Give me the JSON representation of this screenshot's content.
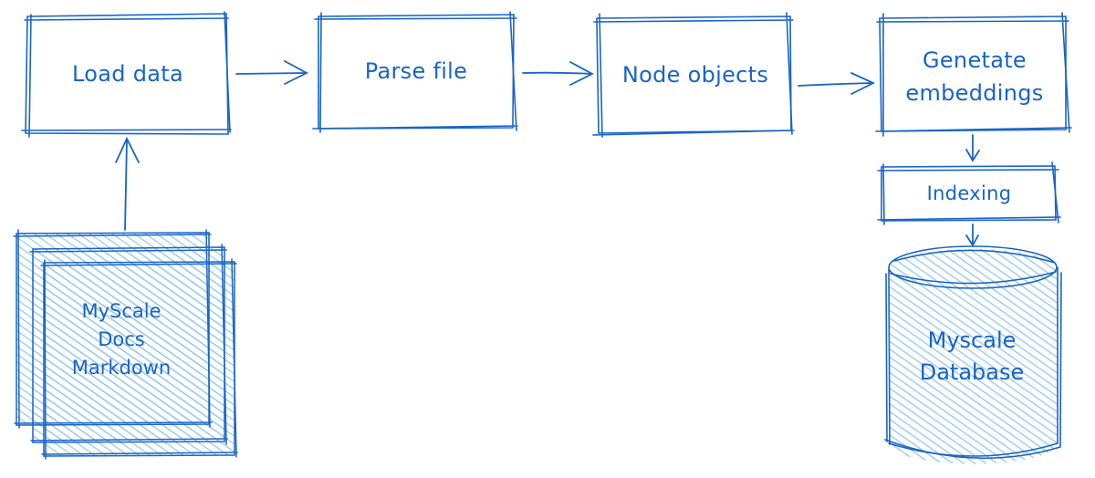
{
  "nodes": {
    "load_data": "Load data",
    "parse_file": "Parse file",
    "node_objects": "Node objects",
    "generate_embeddings": [
      "Genetate",
      "embeddings"
    ],
    "indexing": "Indexing",
    "docs_source": [
      "MyScale",
      "Docs",
      "Markdown"
    ],
    "database": [
      "Myscale",
      "Database"
    ]
  },
  "colors": {
    "stroke": "#1864c8",
    "hatch": "#a5d2f7"
  }
}
